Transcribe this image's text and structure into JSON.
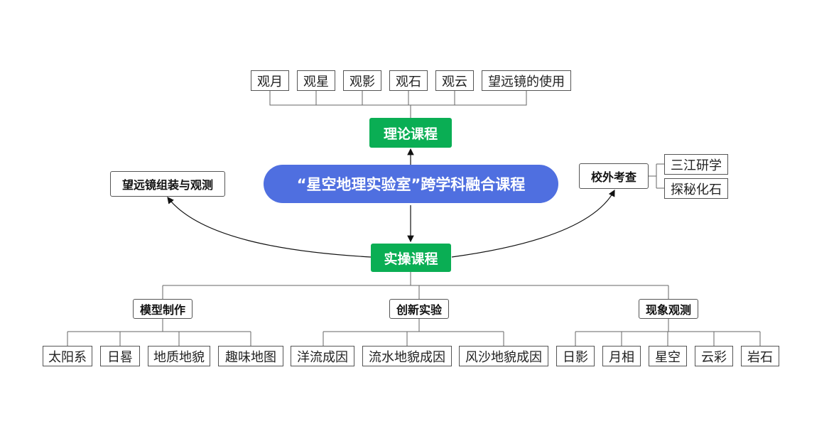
{
  "center": "“星空地理实验室”跨学科融合课程",
  "theory": {
    "label": "理论课程",
    "items": [
      "观月",
      "观星",
      "观影",
      "观石",
      "观云",
      "望远镜的使用"
    ]
  },
  "practice": {
    "label": "实操课程",
    "groups": [
      {
        "label": "模型制作",
        "items": [
          "太阳系",
          "日晷",
          "地质地貌",
          "趣味地图"
        ]
      },
      {
        "label": "创新实验",
        "items": [
          "洋流成因",
          "流水地貌成因",
          "风沙地貌成因"
        ]
      },
      {
        "label": "现象观测",
        "items": [
          "日影",
          "月相",
          "星空",
          "云彩",
          "岩石"
        ]
      }
    ]
  },
  "telescope": {
    "label": "望远镜组装与观测"
  },
  "outdoor": {
    "label": "校外考查",
    "items": [
      "三江研学",
      "探秘化石"
    ]
  },
  "colors": {
    "center": "#4f6fe0",
    "course": "#0aae54",
    "line": "#555555"
  }
}
